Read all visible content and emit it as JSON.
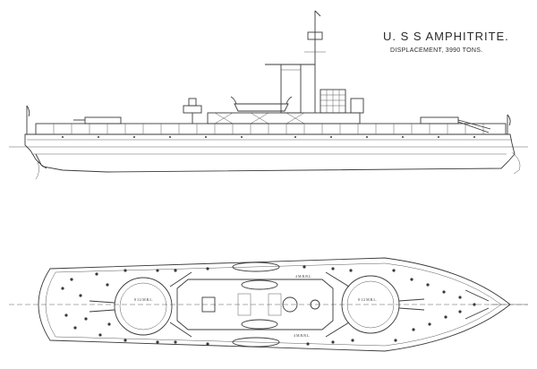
{
  "drawing": {
    "title": "U. S S  AMPHITRITE.",
    "subtitle": "DISPLACEMENT, 3990 TONS.",
    "ink_color": "#3a3a3a",
    "paper_color": "#ffffff"
  },
  "plan_labels": {
    "aft_turret": "8 1/2 M.R.L.",
    "fwd_turret": "8 1/2 M.R.L.",
    "amidships_top": "4 M.R.B.L.",
    "amidships_bottom": "4 M.R.B.L."
  }
}
